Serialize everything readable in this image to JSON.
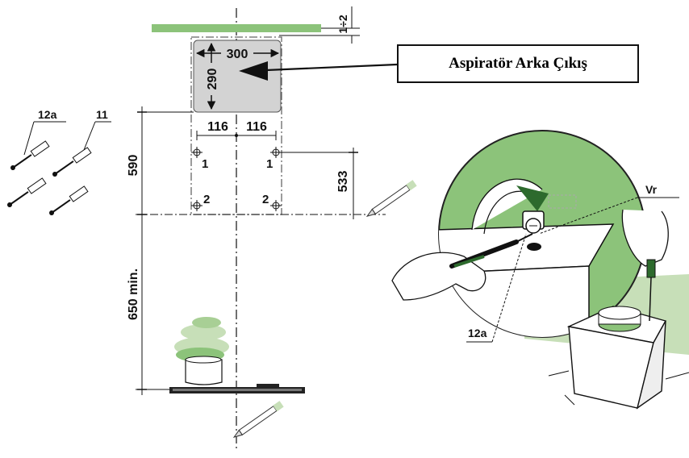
{
  "callout": {
    "label": "Aspiratör Arka Çıkış"
  },
  "dimensions": {
    "gap_top": "1÷2",
    "outlet_width": "300",
    "outlet_height": "290",
    "spacing_left": "116",
    "spacing_right": "116",
    "height_590": "590",
    "height_533": "533",
    "height_min": "650 min."
  },
  "labels": {
    "hole1_left": "1",
    "hole1_right": "1",
    "hole2_left": "2",
    "hole2_right": "2",
    "part_12a": "12a",
    "part_11": "11",
    "part_12a_detail": "12a",
    "part_vr": "Vr"
  },
  "colors": {
    "accent_green": "#8cc37a",
    "light_green": "#c7dfb8",
    "panel_gray": "#d3d3d3",
    "line": "#111111"
  },
  "icon_names": [
    "wall-plug-screw-icon",
    "pencil-icon",
    "screwdriver-icon",
    "hand-icon",
    "hood-unit-icon",
    "cooking-pot-icon"
  ]
}
